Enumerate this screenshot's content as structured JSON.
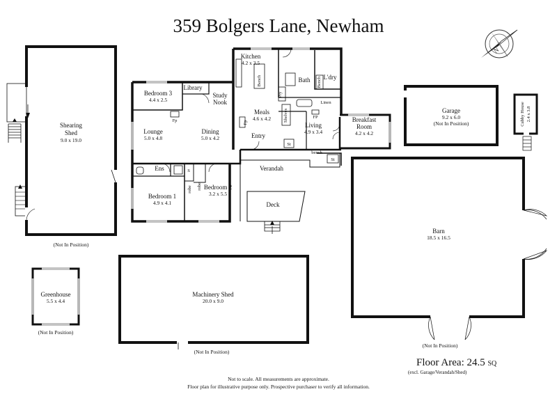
{
  "title": "359 Bolgers Lane, Newham",
  "rooms": {
    "kitchen": {
      "name": "Kitchen",
      "dims": "4.2 x 3.5"
    },
    "bench1": "Bench",
    "bench2": "Bench",
    "bath": "Bath",
    "laundry": "L'dry",
    "pantry": "Pry",
    "shelves": "Shelves",
    "linen": "Linen",
    "bedroom3": {
      "name": "Bedroom 3",
      "dims": "4.4 x 2.5"
    },
    "library": "Library",
    "study": {
      "line1": "Study",
      "line2": "Nook"
    },
    "meals": {
      "name": "Meals",
      "dims": "4.6 x 4.2"
    },
    "lounge": {
      "name": "Lounge",
      "dims": "5.0 x 4.8"
    },
    "dining": {
      "name": "Dining",
      "dims": "5.0 x 4.2"
    },
    "entry": "Entry",
    "living": {
      "name": "Living",
      "dims": "4.9 x 3.4"
    },
    "breakfast": {
      "line1": "Breakfast",
      "line2": "Room",
      "dims": "4.2 x 4.2"
    },
    "fp1": "Fp",
    "fp2": "Fp",
    "fp3": "FP",
    "st1": "St",
    "st2": "St",
    "bench3": "bench",
    "ens": "Ens",
    "s": "S",
    "robe1": "robe",
    "robe2": "robe",
    "bedroom1": {
      "name": "Bedroom 1",
      "dims": "4.9 x 4.1"
    },
    "bedroom2": {
      "name": "Bedroom 2",
      "dims": "3.2 x 5.5"
    },
    "verandah": "Verandah",
    "deck": "Deck",
    "shearing": {
      "line1": "Shearing",
      "line2": "Shed",
      "dims": "9.0 x 19.0"
    },
    "garage": {
      "name": "Garage",
      "dims": "9.2 x 6.0",
      "note": "(Not In Position)"
    },
    "cubby": {
      "name": "Cubby House",
      "dims": "2.4 x 3.8"
    },
    "barn": {
      "name": "Barn",
      "dims": "18.5 x 16.5"
    },
    "greenhouse": {
      "name": "Greenhouse",
      "dims": "5.5 x 4.4"
    },
    "machinery": {
      "name": "Machinery Shed",
      "dims": "20.0 x 9.0"
    }
  },
  "notes": {
    "shearing": "(Not In Position)",
    "greenhouse": "(Not In Position)",
    "machinery": "(Not In Position)",
    "barn": "(Not In Position)"
  },
  "floor_area": {
    "label": "Floor Area: 24.5",
    "unit": "SQ",
    "note": "(excl. Garage/Verandah/Shed)"
  },
  "disclaimer": {
    "line1": "Not to scale. All measurements are approximate.",
    "line2": "Floor plan for illustrative purpose only. Prospective purchaser to verify all information."
  },
  "colors": {
    "wall": "#111111",
    "background": "#ffffff"
  },
  "icons": {
    "compass": "compass-rose-icon"
  }
}
